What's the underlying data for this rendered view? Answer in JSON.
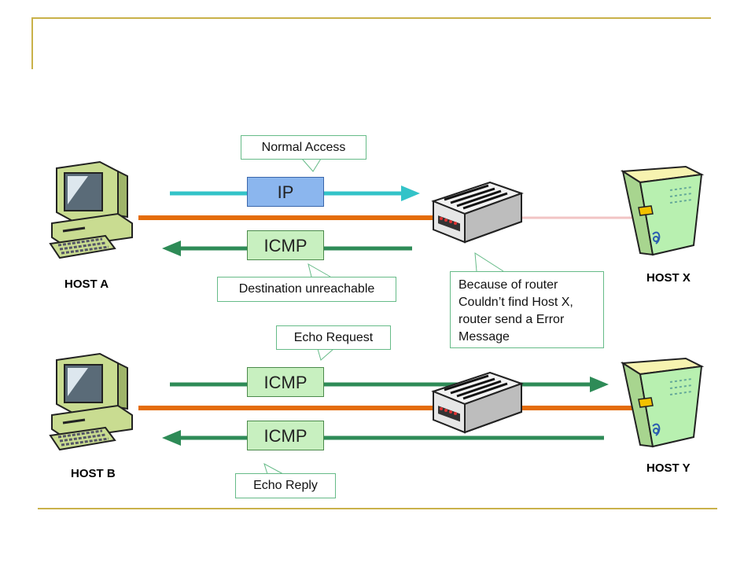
{
  "hosts": {
    "host_a": "HOST A",
    "host_b": "HOST B",
    "host_x": "HOST X",
    "host_y": "HOST Y"
  },
  "packets": {
    "top_ip": "IP",
    "top_icmp": "ICMP",
    "bottom_icmp_request": "ICMP",
    "bottom_icmp_reply": "ICMP"
  },
  "callouts": {
    "normal_access": "Normal Access",
    "destination_unreachable": "Destination unreachable",
    "echo_request": "Echo Request",
    "echo_reply": "Echo Reply",
    "router_note": [
      "Because of router",
      "Couldn’t find Host X,",
      "router send a Error",
      "Message"
    ]
  },
  "colors": {
    "link": "#e46c0a",
    "ip_arrow": "#33c3c8",
    "icmp_arrow": "#2e8b57",
    "failed_link": "#f2c4c4",
    "ip_box": "#8bb6ee",
    "icmp_box": "#c8f0c0",
    "decoration": "#c9b14a"
  },
  "icons": [
    "computer-icon",
    "router-icon",
    "server-icon"
  ]
}
